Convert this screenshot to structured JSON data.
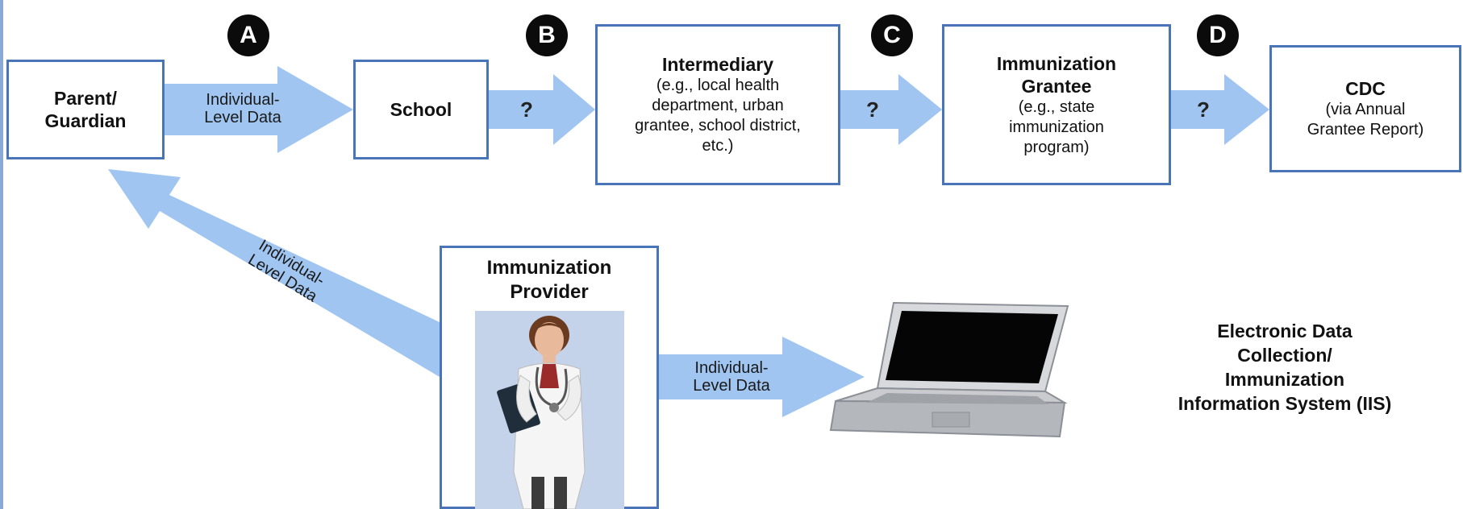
{
  "diagram": {
    "badges": [
      "A",
      "B",
      "C",
      "D"
    ],
    "boxes": {
      "parent": {
        "title": "Parent/\nGuardian"
      },
      "school": {
        "title": "School"
      },
      "intermediary": {
        "title": "Intermediary",
        "sub": "(e.g., local health department, urban grantee, school district, etc.)"
      },
      "grantee": {
        "title": "Immunization\nGrantee",
        "sub": "(e.g., state immunization program)"
      },
      "cdc": {
        "title": "CDC",
        "sub": "(via Annual Grantee Report)"
      }
    },
    "arrows": {
      "parent_to_school": "Individual-\nLevel Data",
      "school_to_intermediary": "?",
      "intermediary_to_grantee": "?",
      "grantee_to_cdc": "?",
      "provider_to_parent": "Individual-\nLevel Data",
      "provider_to_edc": "Individual-\nLevel Data"
    },
    "provider": {
      "title": "Immunization\nProvider"
    },
    "edc": {
      "title": "Electronic Data\nCollection/\nImmunization\nInformation System (IIS)"
    },
    "colors": {
      "arrow": "#9fc5f0",
      "box_border": "#4a74b8",
      "badge": "#0b0b0b"
    },
    "icons": [
      "doctor-illustration-icon",
      "laptop-icon"
    ]
  }
}
